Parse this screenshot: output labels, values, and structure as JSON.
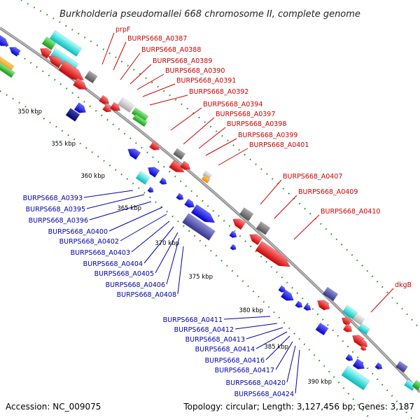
{
  "title": "Burkholderia pseudomallei 668 chromosome II, complete genome",
  "footer": {
    "accession": "Accession: NC_009075",
    "summary": "Topology: circular; Length: 3,127,456 bp; Genes: 3,187"
  },
  "ticks": [
    "350 kbp",
    "355 kbp",
    "360 kbp",
    "365 kbp",
    "370 kbp",
    "375 kbp",
    "380 kbp",
    "385 kbp",
    "390 kbp"
  ],
  "labels_red": [
    "prpF",
    "BURPS668_A0387",
    "BURPS668_A0388",
    "BURPS668_A0389",
    "BURPS668_A0390",
    "BURPS668_A0391",
    "BURPS668_A0392",
    "BURPS668_A0394",
    "BURPS668_A0397",
    "BURPS668_A0398",
    "BURPS668_A0399",
    "BURPS668_A0401",
    "BURPS668_A0407",
    "BURPS668_A0409",
    "BURPS668_A0410",
    "dkgB"
  ],
  "labels_blue": [
    "BURPS668_A0393",
    "BURPS668_A0395",
    "BURPS668_A0396",
    "BURPS668_A0400",
    "BURPS668_A0402",
    "BURPS668_A0403",
    "BURPS668_A0404",
    "BURPS668_A0405",
    "BURPS668_A0406",
    "BURPS668_A0408",
    "BURPS668_A0411",
    "BURPS668_A0412",
    "BURPS668_A0413",
    "BURPS668_A0414",
    "BURPS668_A0416",
    "BURPS668_A0417",
    "BURPS668_A0420",
    "BURPS668_A0424"
  ],
  "colors": {
    "backbone": "#999999",
    "forward_cds": "#ff0000",
    "reverse_cds": "#0000ff",
    "navy": "#000088",
    "cyan": "#00dddd",
    "gray": "#777777",
    "light_gray": "#cccccc",
    "green": "#22bb22",
    "orange": "#ff9900",
    "slate": "#5555aa",
    "label_red": "#cc0000",
    "label_blue": "#0000aa",
    "tick_green": "#228b22"
  }
}
